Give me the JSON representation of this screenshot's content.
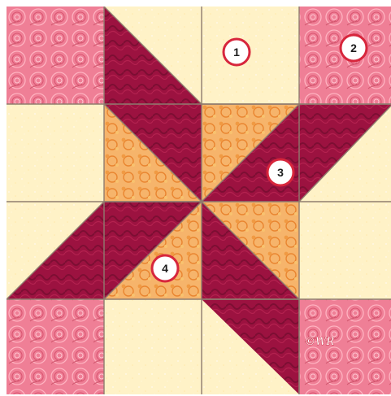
{
  "block": {
    "name": "quilt block",
    "colors": {
      "cream": "#fff2c7",
      "pink": "#ef7f96",
      "maroon": "#9c1240",
      "orange": "#f6b46b",
      "seam": "#8f7c6f",
      "marker_fill": "#ffffff",
      "marker_ring": "#d7263c"
    }
  },
  "markers": [
    {
      "label": "1"
    },
    {
      "label": "2"
    },
    {
      "label": "3"
    },
    {
      "label": "4"
    }
  ],
  "signature": "©WR"
}
